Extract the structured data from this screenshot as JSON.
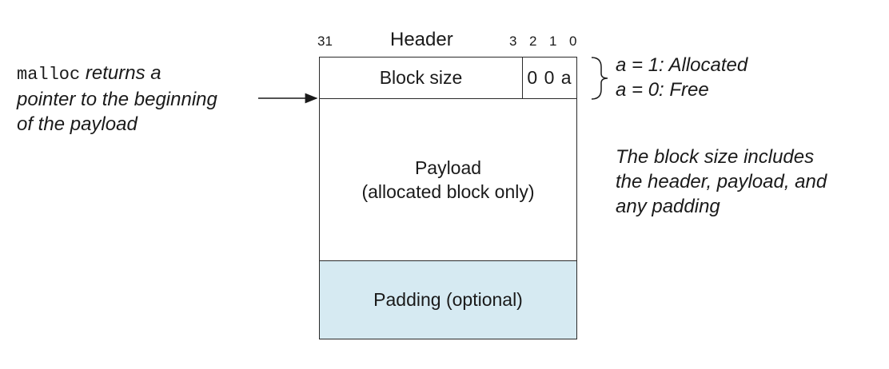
{
  "header": {
    "title": "Header",
    "bit_high": "31",
    "bit_3": "3",
    "bit_2": "2",
    "bit_1": "1",
    "bit_0": "0"
  },
  "block": {
    "size_label": "Block size",
    "flag_bits": "0 0 a",
    "payload_line1": "Payload",
    "payload_line2": "(allocated block only)",
    "padding_label": "Padding (optional)"
  },
  "left_note": {
    "code": "malloc",
    "line1_rest": " returns a",
    "line2": "pointer to the beginning",
    "line3": "of the payload"
  },
  "flag_legend": {
    "line1": "a = 1: Allocated",
    "line2": "a = 0: Free"
  },
  "right_note": {
    "line1": "The block size includes",
    "line2": "the header, payload, and",
    "line3": "any padding"
  },
  "colors": {
    "padding_fill": "#d6eaf2",
    "line": "#2a2a2a"
  }
}
